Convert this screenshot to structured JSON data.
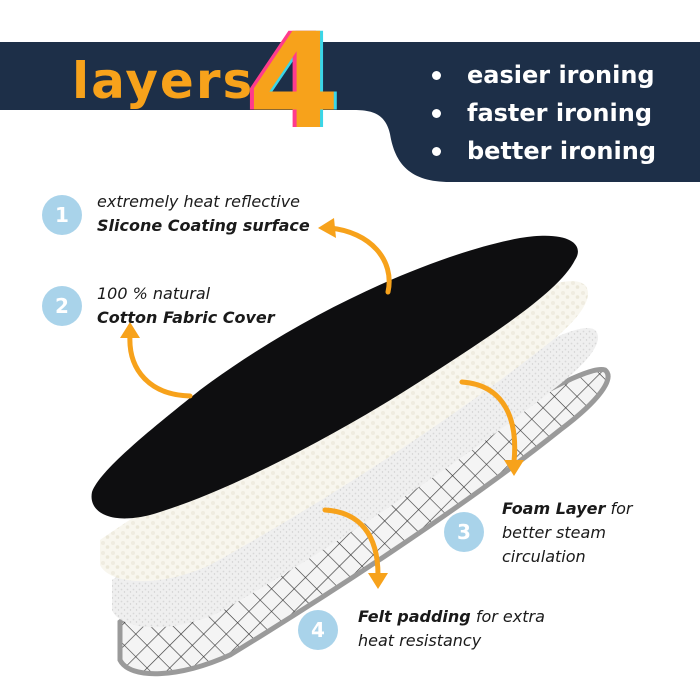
{
  "banner": {
    "title_word": "layers",
    "title_number": "4",
    "bullets": [
      "easier ironing",
      "faster ironing",
      "better ironing"
    ],
    "colors": {
      "background": "#1d2f48",
      "accent": "#f7a21b",
      "text": "#ffffff"
    }
  },
  "layers": [
    {
      "number": "1",
      "line1": "extremely heat reflective",
      "line2": "Slicone Coating surface"
    },
    {
      "number": "2",
      "line1": "100 % natural",
      "line2": "Cotton Fabric Cover"
    },
    {
      "number": "3",
      "bold_lead": "Foam Layer",
      "line1_rest": " for",
      "line2": "better steam",
      "line3": "circulation"
    },
    {
      "number": "4",
      "bold_lead": "Felt padding",
      "line1_rest": " for extra",
      "line2": "heat resistancy"
    }
  ],
  "colors": {
    "badge": "#a9d3ea",
    "arrow": "#f7a21b",
    "board_cover": "#0e0e10",
    "mesh": "#9a9a9a"
  }
}
